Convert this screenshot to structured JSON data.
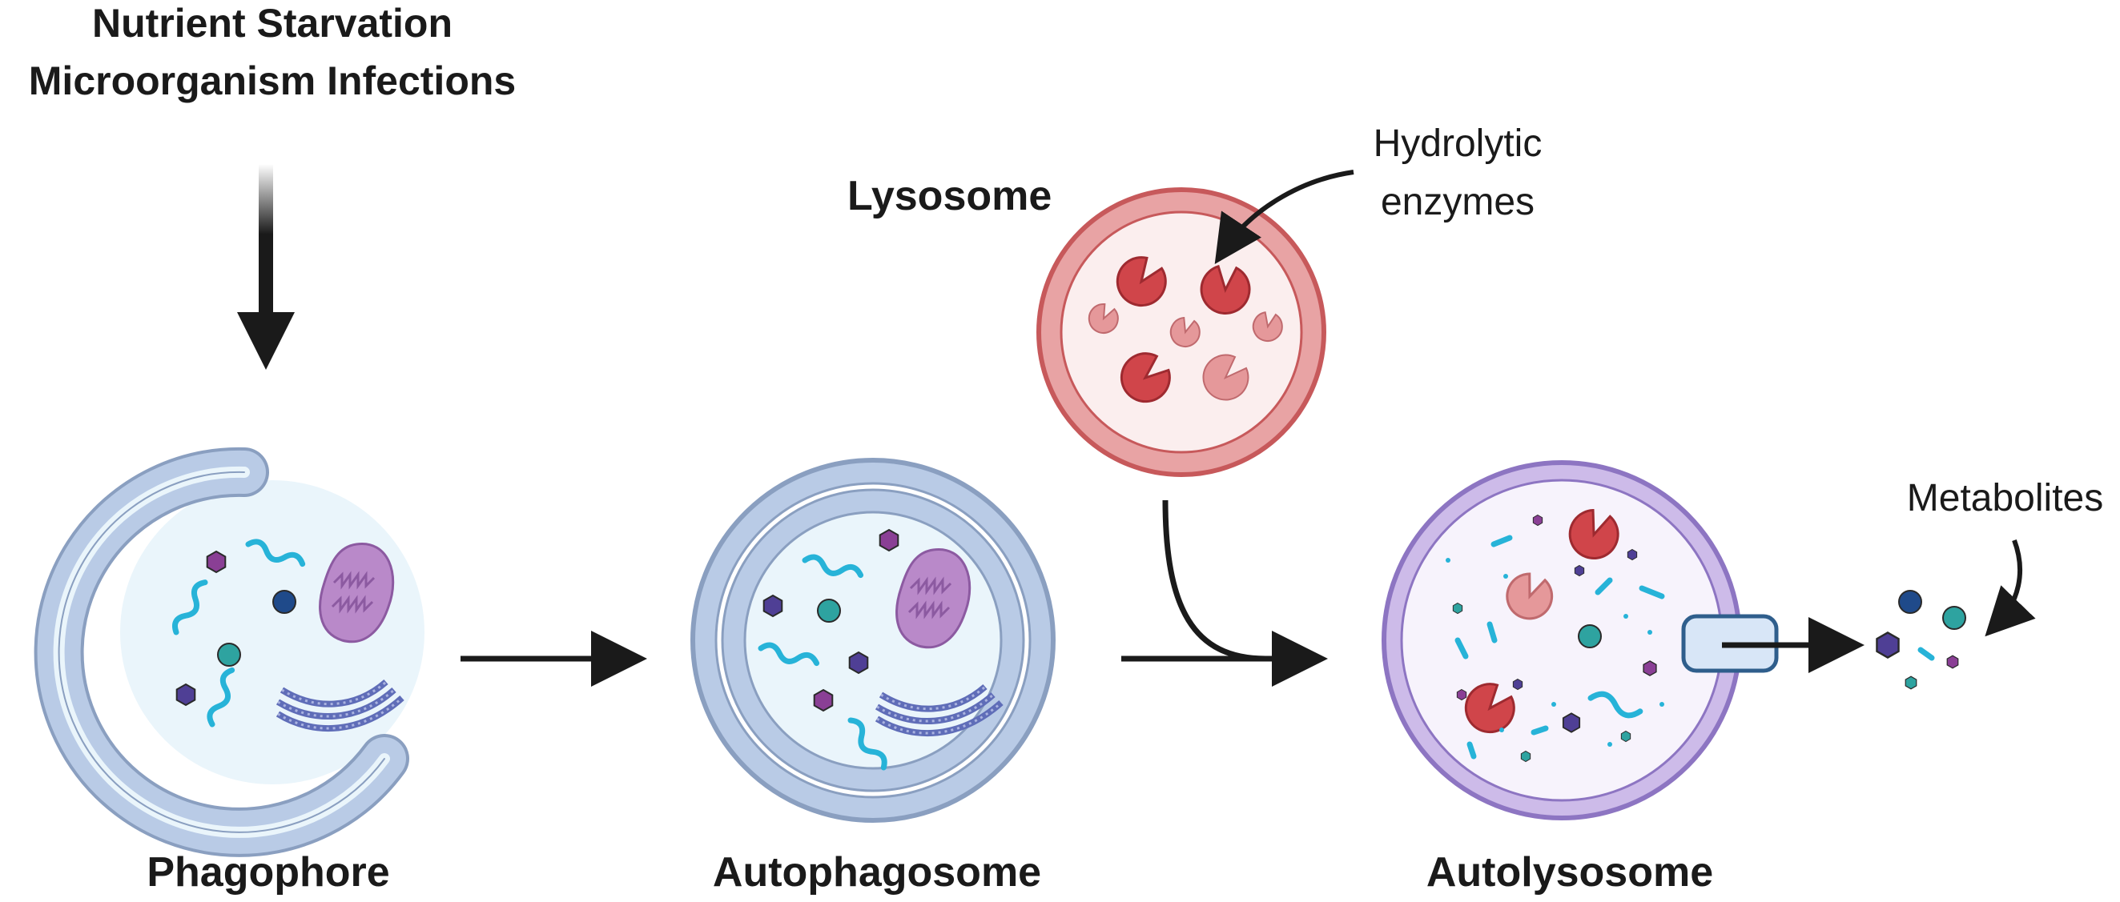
{
  "triggers": {
    "line1": "Nutrient Starvation",
    "line2": "Microorganism Infections"
  },
  "stages": {
    "phagophore": "Phagophore",
    "autophagosome": "Autophagosome",
    "autolysosome": "Autolysosome"
  },
  "lysosome": {
    "label": "Lysosome",
    "enzymes_line1": "Hydrolytic",
    "enzymes_line2": "enzymes"
  },
  "metabolites": {
    "label": "Metabolites"
  },
  "colors": {
    "membrane_blue": "#b9cbe6",
    "membrane_blue_edge": "#8a9fc0",
    "lumen": "#eaf5fb",
    "lysosome_ring": "#e8a3a4",
    "lysosome_edge": "#c7595b",
    "enzyme_dark": "#d0454a",
    "enzyme_light": "#e5989a",
    "autolysosome_ring": "#cdbbe9",
    "autolysosome_edge": "#8d75c2",
    "mito": "#b989c9",
    "cyan": "#27b3d8",
    "teal": "#2ea3a0",
    "purple": "#8a3f95",
    "indigo": "#4f3f95",
    "navy": "#1f4a8a",
    "arrow": "#1a1a1a"
  }
}
